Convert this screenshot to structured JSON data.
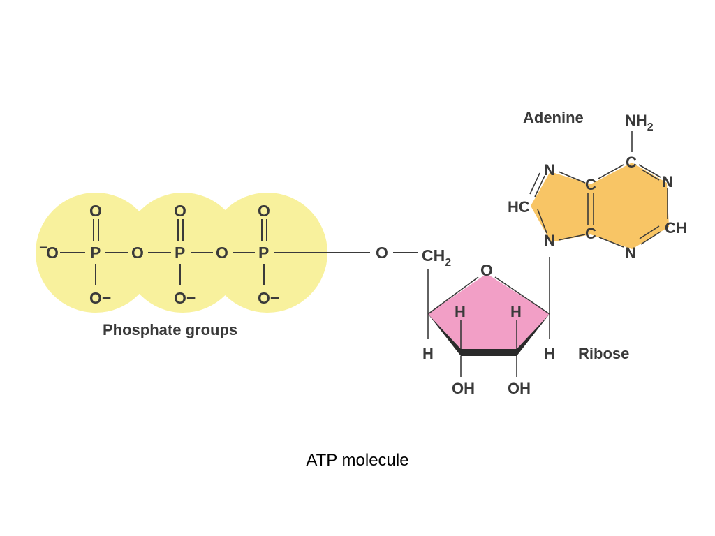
{
  "caption": "ATP molecule",
  "colors": {
    "phosphate_fill": "#f8f19d",
    "adenine_fill": "#f8c565",
    "ribose_fill": "#f29fc6",
    "ribose_edge": "#2a2a2a",
    "text": "#3a3a3a"
  },
  "phosphate": {
    "group_label": "Phosphate groups",
    "terminal_o": "O",
    "terminal_minus": "−",
    "p": "P",
    "o": "O",
    "o_minus": "O−"
  },
  "linker": {
    "o": "O",
    "ch2_base": "CH",
    "ch2_sub": "2"
  },
  "ribose": {
    "label": "Ribose",
    "ring_o": "O",
    "h": "H",
    "oh": "OH"
  },
  "adenine": {
    "label": "Adenine",
    "nh2_base": "NH",
    "nh2_sub": "2",
    "c": "C",
    "n": "N",
    "hc": "HC",
    "ch": "CH"
  }
}
